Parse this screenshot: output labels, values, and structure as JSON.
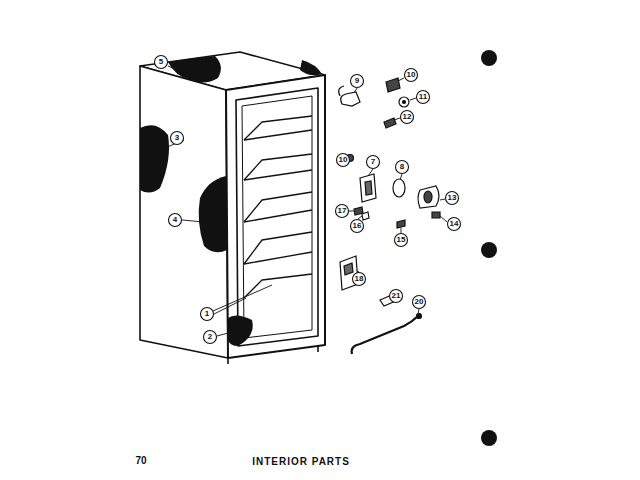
{
  "diagram": {
    "caption": "INTERIOR PARTS",
    "labels": [
      "5",
      "3",
      "4",
      "1",
      "2",
      "9",
      "10",
      "11",
      "12",
      "10",
      "7",
      "8",
      "13",
      "17",
      "16",
      "14",
      "15",
      "18",
      "21",
      "20",
      "70"
    ]
  }
}
